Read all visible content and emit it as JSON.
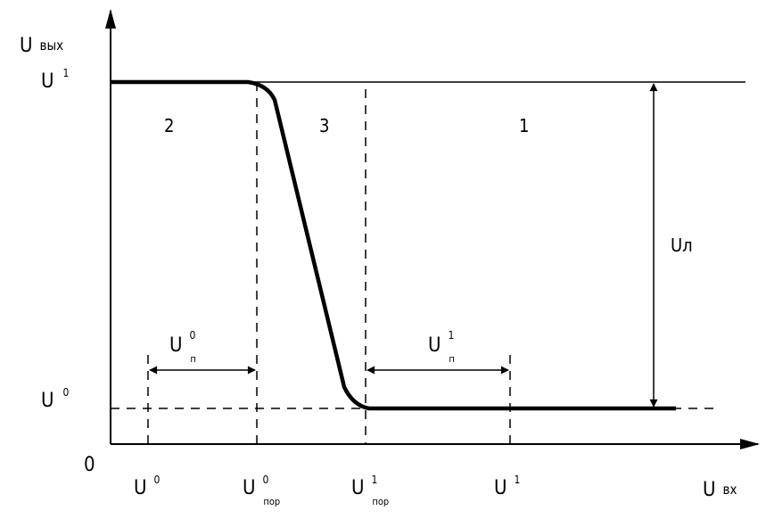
{
  "axes": {
    "y_main": "U",
    "y_sub": "вых",
    "x_main": "U",
    "x_sub": "вх",
    "origin": "0"
  },
  "levels": {
    "u1": {
      "main": "U",
      "sup": "1"
    },
    "u0": {
      "main": "U",
      "sup": "0"
    }
  },
  "x_ticks": [
    {
      "main": "U",
      "sup": "0",
      "sub": ""
    },
    {
      "main": "U",
      "sup": "0",
      "sub": "пор"
    },
    {
      "main": "U",
      "sup": "1",
      "sub": "пор"
    },
    {
      "main": "U",
      "sup": "1",
      "sub": ""
    }
  ],
  "regions": [
    "2",
    "3",
    "1"
  ],
  "noise_margins": {
    "low": {
      "main": "U",
      "sup": "0",
      "sub": "п"
    },
    "high": {
      "main": "U",
      "sup": "1",
      "sub": "п"
    }
  },
  "logic_swing": "Uл"
}
